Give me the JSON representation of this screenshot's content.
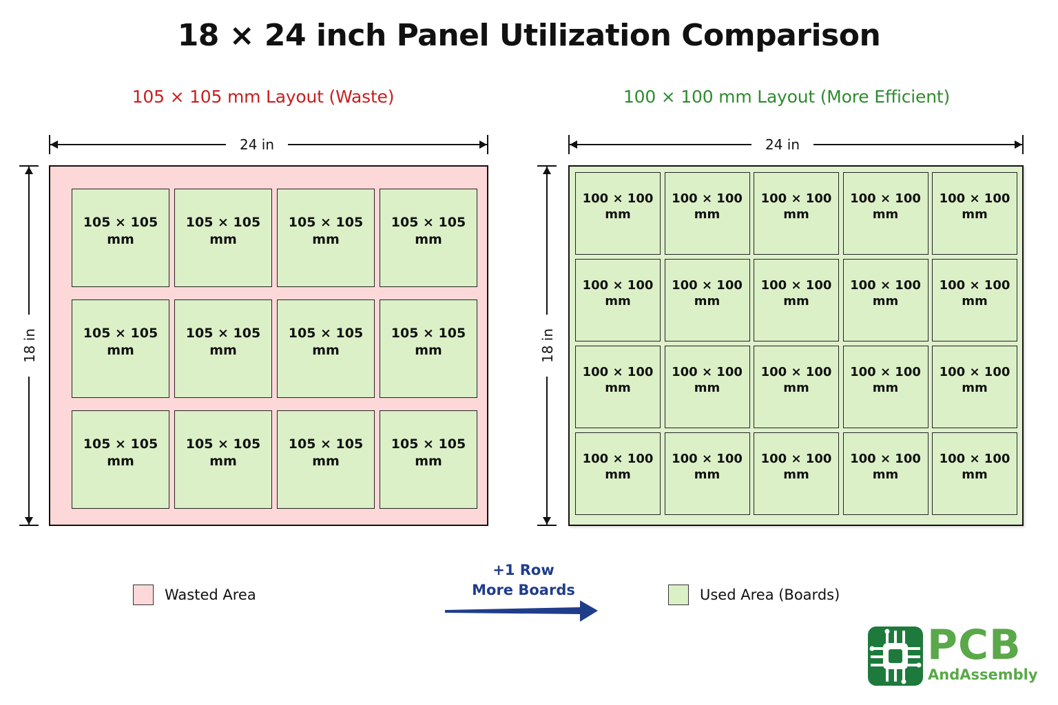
{
  "title": "18 × 24 inch Panel Utilization Comparison",
  "colors": {
    "waste_red": "#c81e1e",
    "efficient_green": "#2e8b2e",
    "wasted_area_fill": "#fdd8d8",
    "used_area_fill": "#dcf0c8",
    "arrow_blue": "#1f3d8a",
    "logo_green": "#5aa84a",
    "logo_dark_green": "#1e7a3c"
  },
  "left_layout": {
    "heading": "105 × 105 mm Layout (Waste)",
    "width_label": "24 in",
    "height_label": "18 in",
    "rows": 3,
    "cols": 4,
    "board_line1": "105 × 105",
    "board_line2": "mm"
  },
  "right_layout": {
    "heading": "100 × 100 mm Layout (More Efficient)",
    "width_label": "24 in",
    "height_label": "18 in",
    "rows": 4,
    "cols": 5,
    "board_line1": "100 × 100",
    "board_line2": "mm"
  },
  "legend": {
    "wasted": "Wasted Area",
    "used": "Used Area (Boards)"
  },
  "arrow": {
    "line1": "+1 Row",
    "line2": "More Boards"
  },
  "logo": {
    "main": "PCB",
    "sub": "AndAssembly"
  }
}
